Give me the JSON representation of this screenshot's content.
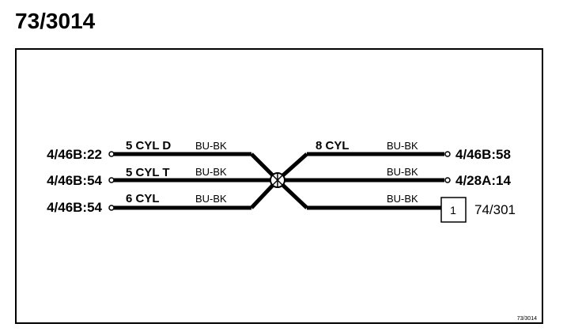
{
  "title": "73/3014",
  "left_connectors": [
    {
      "label": "4/46B:22",
      "circuit": "5 CYL D",
      "color": "BU-BK"
    },
    {
      "label": "4/46B:54",
      "circuit": "5 CYL T",
      "color": "BU-BK"
    },
    {
      "label": "4/46B:54",
      "circuit": "6 CYL",
      "color": "BU-BK"
    }
  ],
  "right_connectors": [
    {
      "label": "4/46B:58",
      "circuit": "8 CYL",
      "color": "BU-BK"
    },
    {
      "label": "4/28A:14",
      "circuit": "",
      "color": "BU-BK"
    },
    {
      "label": "74/301",
      "circuit": "",
      "color": "BU-BK",
      "box_number": "1"
    }
  ],
  "figure_id": "73/3014",
  "colors": {
    "line": "#000000",
    "background": "#ffffff"
  }
}
